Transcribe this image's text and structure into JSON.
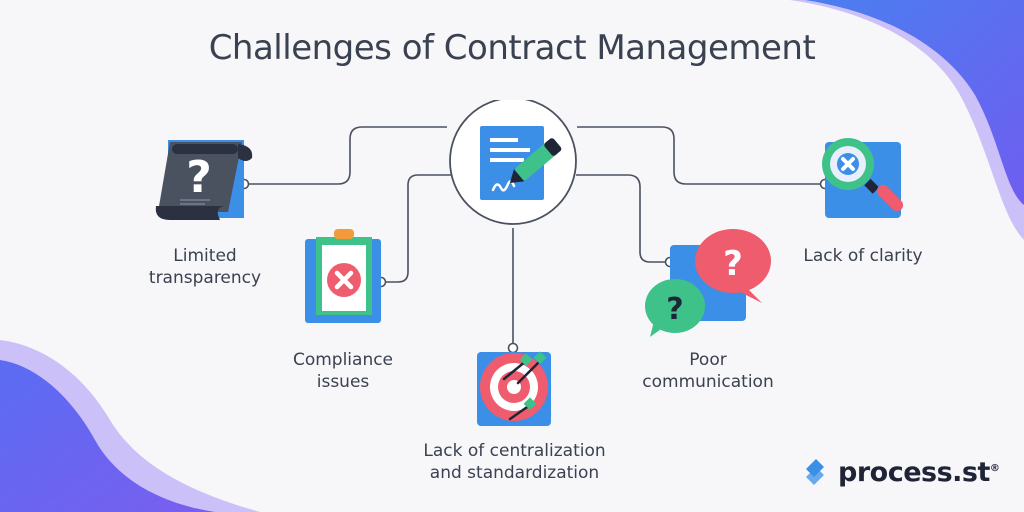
{
  "title": "Challenges of Contract Management",
  "nodes": {
    "limited_transparency": {
      "line1": "Limited",
      "line2": "transparency",
      "icon": "scroll-question-icon"
    },
    "compliance_issues": {
      "line1": "Compliance",
      "line2": "issues",
      "icon": "clipboard-x-icon"
    },
    "lack_of_centralization": {
      "line1": "Lack of centralization",
      "line2": "and standardization",
      "icon": "target-arrows-icon"
    },
    "poor_communication": {
      "line1": "Poor",
      "line2": "communication",
      "icon": "speech-bubbles-question-icon"
    },
    "lack_of_clarity": {
      "line1": "Lack of clarity",
      "icon": "magnifier-x-icon"
    }
  },
  "center_icon": "contract-signature-icon",
  "brand": {
    "name": "process.st",
    "registered": "®"
  },
  "colors": {
    "accent_blue": "#3b8fe6",
    "accent_red": "#ef5c6e",
    "accent_green": "#3fc28a",
    "accent_purple": "#7b61f0",
    "text": "#3a4150",
    "line": "#4a5260"
  }
}
